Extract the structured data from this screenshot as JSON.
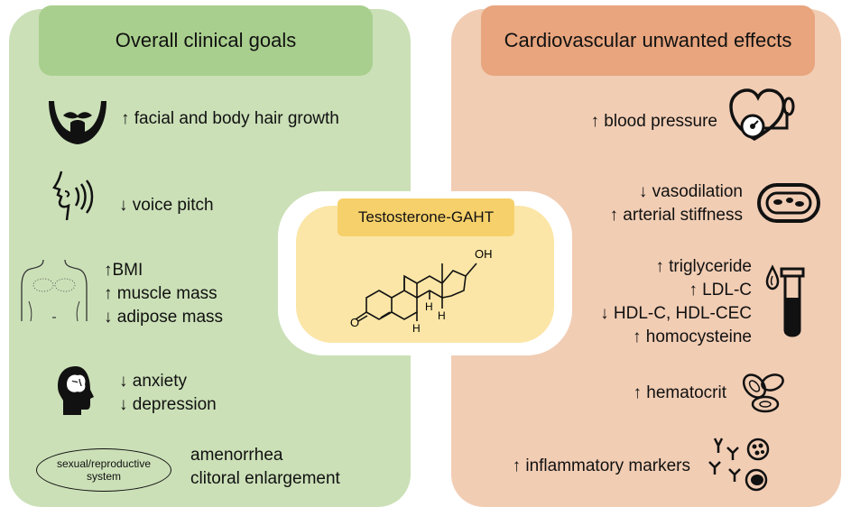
{
  "left": {
    "title": "Overall clinical goals",
    "hair": "↑ facial and body hair growth",
    "voice": "↓ voice pitch",
    "bmi": "↑BMI",
    "muscle": "↑ muscle mass",
    "adipose": "↓ adipose mass",
    "anxiety": "↓ anxiety",
    "depression": "↓ depression",
    "system_line1": "sexual/reproductive",
    "system_line2": "system",
    "amenorrhea": "amenorrhea",
    "clitoral": "clitoral enlargement"
  },
  "center": {
    "title": "Testosterone-GAHT",
    "oh": "OH",
    "o": "O",
    "h1": "H",
    "h2": "H",
    "h3": "H"
  },
  "right": {
    "title": "Cardiovascular unwanted effects",
    "bp": "↑ blood pressure",
    "vasodilation": "↓ vasodilation",
    "stiffness": "↑ arterial stiffness",
    "triglyceride": "↑ triglyceride",
    "ldl": "↑ LDL-C",
    "hdl": "↓ HDL-C, HDL-CEC",
    "homocysteine": "↑ homocysteine",
    "hematocrit": "↑ hematocrit",
    "inflammatory": "↑ inflammatory markers"
  },
  "colors": {
    "left_panel": "#cbe0b7",
    "left_header": "#a9cf8e",
    "right_panel": "#f1cdb4",
    "right_header": "#e8a57e",
    "center_box": "#fbe6a7",
    "center_label": "#f6d06a"
  }
}
